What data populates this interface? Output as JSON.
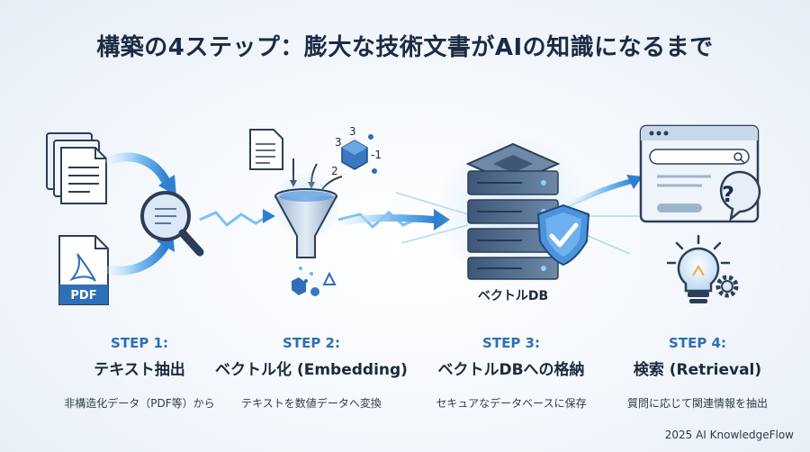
{
  "title": "構築の4ステップ：膨大な技術文書がAIの知識になるまで",
  "steps": [
    {
      "number": "STEP 1:",
      "name": "テキスト抽出",
      "description": "非構造化データ（PDF等）から"
    },
    {
      "number": "STEP 2:",
      "name": "ベクトル化 (Embedding)",
      "description": "テキストを数値データへ変換"
    },
    {
      "number": "STEP 3:",
      "name": "ベクトルDBへの格納",
      "description": "セキュアなデータベースに保存"
    },
    {
      "number": "STEP 4:",
      "name": "検索 (Retrieval)",
      "description": "質問に応じて関連情報を抽出"
    }
  ],
  "illustration": {
    "pdf_label": "PDF",
    "db_label": "ベクトルDB",
    "vector_numbers": [
      "3",
      "3",
      "2",
      "-1"
    ],
    "colors": {
      "accent": "#2e6fb8",
      "light_blue": "#6fb5ef",
      "navy": "#1d2a44"
    }
  },
  "footer": "2025 AI KnowledgeFlow"
}
